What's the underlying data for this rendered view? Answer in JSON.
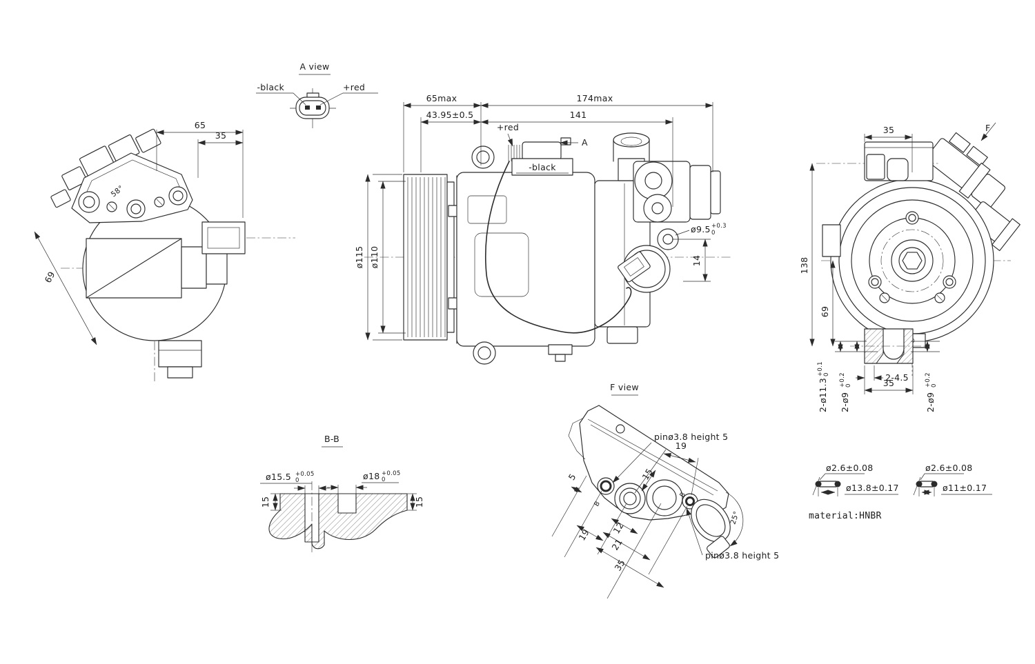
{
  "drawing": {
    "a_view": {
      "title": "A view",
      "label_black": "-black",
      "label_red": "+red"
    },
    "left_view": {
      "dim_width": "65",
      "dim_offset": "35",
      "angle": "58°",
      "dim_diag": "69"
    },
    "center_view": {
      "dim_len_front": "65max",
      "dim_len_rear": "174max",
      "dim_pulley_pos": "43.95±0.5",
      "dim_body_len": "141",
      "label_red": "+red",
      "label_black": "-black",
      "view_arrow": "A",
      "dia_pulley_outer": "ø115",
      "dia_pulley_inner": "ø110",
      "hole_dia": {
        "value": "ø9.5",
        "tol_up": "+0.3",
        "tol_dn": "0"
      },
      "dim_hole_offset": "14"
    },
    "right_view": {
      "dim_port": "35",
      "view_arrow": "F",
      "dim_height": "138",
      "dim_center": "69",
      "holes_rear": {
        "value": "2-ø11.3",
        "tol_up": "+0.1",
        "tol_dn": "0"
      },
      "holes_left": {
        "value": "2-ø9",
        "tol_up": "+0.2",
        "tol_dn": "0"
      },
      "holes_right": {
        "value": "2-ø9",
        "tol_up": "+0.2",
        "tol_dn": "0"
      },
      "dim_slot": "2-4.5",
      "dim_foot": "35"
    },
    "bb_section": {
      "title": "B-B",
      "bore_left": {
        "value": "ø15.5",
        "tol_up": "+0.05",
        "tol_dn": "0"
      },
      "bore_right": {
        "value": "ø18",
        "tol_up": "+0.05",
        "tol_dn": "0"
      },
      "depth_left": "15",
      "depth_right": "15"
    },
    "f_view": {
      "title": "F view",
      "pin_label_top": "pinø3.8 height 5",
      "pin_label_bottom": "pinø3.8 height 5",
      "dim_19_top": "19",
      "dim_15": "15",
      "dim_5": "5",
      "dim_12": "12",
      "dim_21": "21",
      "dim_35": "35",
      "dim_19_bottom": "19",
      "angle": "25°",
      "section_marker_1": "B",
      "section_marker_2": "B"
    },
    "oring_large": {
      "cross_section": "ø2.6±0.08",
      "diameter": "ø13.8±0.17"
    },
    "oring_small": {
      "cross_section": "ø2.6±0.08",
      "diameter": "ø11±0.17"
    },
    "material_note": "material:HNBR"
  }
}
